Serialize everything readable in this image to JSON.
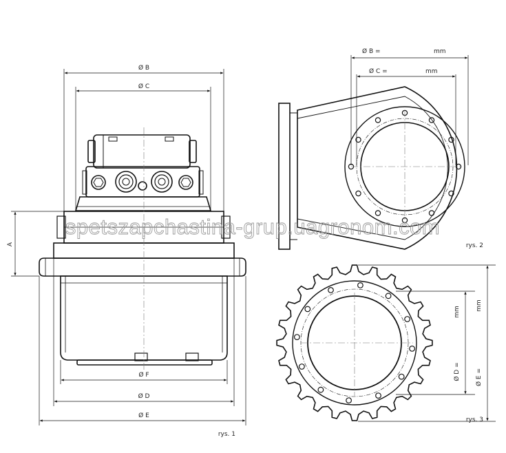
{
  "watermark": "spetszapchastina-grup.uagronom.com",
  "fig1": {
    "caption": "rys. 1",
    "labels": {
      "b": "Ø B",
      "c": "Ø C",
      "a": "A",
      "f": "Ø F",
      "d": "Ø D",
      "e": "Ø E"
    }
  },
  "fig2": {
    "caption": "rys. 2",
    "labels": {
      "b": "Ø B =",
      "b_unit": "mm",
      "c": "Ø C =",
      "c_unit": "mm"
    }
  },
  "fig3": {
    "caption": "rys. 3",
    "labels": {
      "d": "Ø D =",
      "d_unit": "mm",
      "e": "Ø E =",
      "e_unit": "mm"
    }
  }
}
